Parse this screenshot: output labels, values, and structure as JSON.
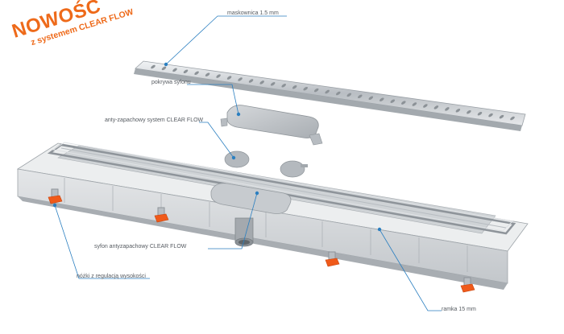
{
  "badge": {
    "title": "NOWOŚĆ",
    "subtitle": "z systemem CLEAR FLOW",
    "color": "#ee6a1a"
  },
  "labels": {
    "grate": "maskownica 1.5 mm",
    "trap_cover": "pokrywa syfonu",
    "anti_odour": "anty-zapachowy system CLEAR FLOW",
    "siphon": "syfon antyzapachowy CLEAR FLOW",
    "feet": "nóżki z regulacją wysokości",
    "frame": "ramka 15 mm"
  },
  "colors": {
    "leader": "#2b7fc0",
    "foot": "#f05a1a",
    "body": "#d9dcdf",
    "steel": "#c4c8cc"
  }
}
